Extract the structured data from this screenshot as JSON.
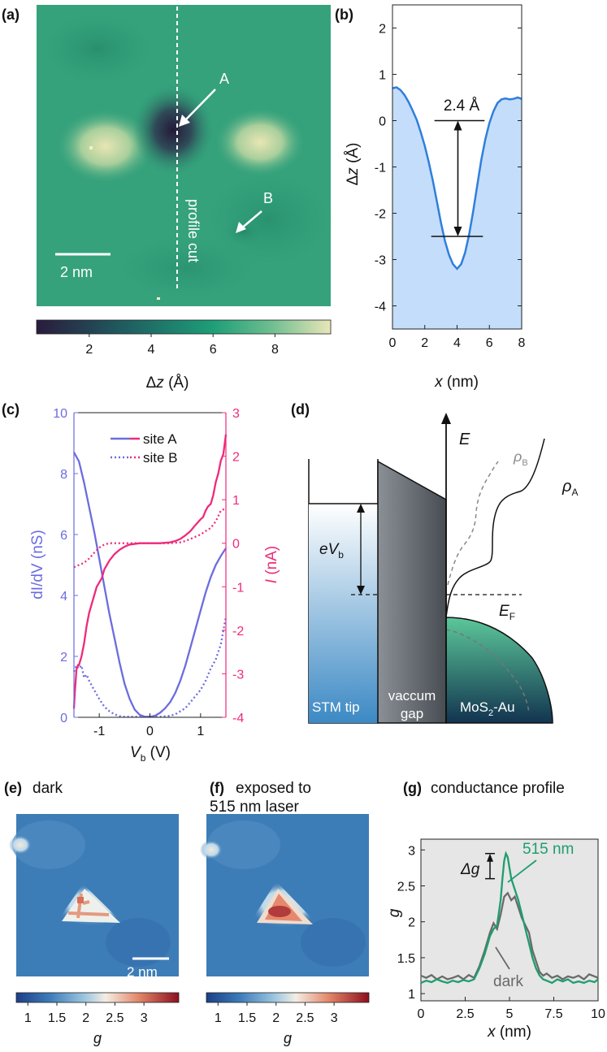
{
  "panels": {
    "a": {
      "label": "(a)",
      "annotations": {
        "A": "A",
        "B": "B",
        "profile_cut": "profile cut",
        "scale_bar": "2 nm"
      },
      "colorbar": {
        "ticks": [
          "2",
          "4",
          "6",
          "8"
        ],
        "label_prefix": "Δ",
        "label_var": "z",
        "label_unit": " (Å)"
      },
      "colormap": [
        "#2a1b3d",
        "#1f5d60",
        "#1e9e78",
        "#6fbe90",
        "#e9e6b8"
      ]
    },
    "b": {
      "label": "(b)",
      "step_label": "2.4 Å",
      "ylabel_prefix": "Δ",
      "ylabel_var": "z",
      "ylabel_unit": " (Å)",
      "xlabel_var": "x",
      "xlabel_unit": " (nm)"
    },
    "c": {
      "label": "(c)",
      "legend": [
        "site A",
        "site B"
      ],
      "ylabel_left": "dI/dV (nS)",
      "ylabel_right_var": "I",
      "ylabel_right_unit": " (nA)",
      "xlabel_var": "V",
      "xlabel_sub": "b",
      "xlabel_unit": " (V)",
      "colors": {
        "didv": "#6c6ce0",
        "current": "#ee2a7b"
      }
    },
    "d": {
      "label": "(d)",
      "E": "E",
      "rho_B_var": "ρ",
      "rho_B_sub": "B",
      "rho_A_var": "ρ",
      "rho_A_sub": "A",
      "eVb_var": "eV",
      "eVb_sub": "b",
      "EF_var": "E",
      "EF_sub": "F",
      "tip": "STM tip",
      "gap_line1": "vaccum",
      "gap_line2": "gap",
      "sample_pre": "MoS",
      "sample_sub": "2",
      "sample_post": "-Au"
    },
    "e": {
      "label": "(e)",
      "title": "dark",
      "scale_bar": "2 nm",
      "colorbar": {
        "ticks": [
          "1",
          "1.5",
          "2",
          "2.5",
          "3"
        ],
        "label": "g"
      }
    },
    "f": {
      "label": "(f)",
      "title_line1": "exposed to",
      "title_line2": "515 nm laser",
      "colorbar": {
        "ticks": [
          "1",
          "1.5",
          "2",
          "2.5",
          "3"
        ],
        "label": "g"
      }
    },
    "g": {
      "label": "(g)",
      "title": "conductance profile",
      "annotations": {
        "laser": "515 nm",
        "dark": "dark",
        "delta_g": "Δg"
      },
      "ylabel": "g",
      "xlabel_var": "x",
      "xlabel_unit": " (nm)",
      "colors": {
        "laser": "#1e9e6e",
        "dark": "#6a6a6a"
      }
    }
  },
  "chart_data": [
    {
      "type": "area",
      "panel": "b",
      "x": [
        0,
        0.25,
        0.5,
        0.75,
        1,
        1.25,
        1.5,
        1.75,
        2,
        2.25,
        2.5,
        2.75,
        3,
        3.25,
        3.5,
        3.75,
        4,
        4.25,
        4.5,
        4.75,
        5,
        5.25,
        5.5,
        5.75,
        6,
        6.25,
        6.5,
        6.75,
        7,
        7.25,
        7.5,
        7.75,
        8
      ],
      "values": [
        0.7,
        0.72,
        0.66,
        0.55,
        0.4,
        0.22,
        0.02,
        -0.25,
        -0.55,
        -0.9,
        -1.3,
        -1.75,
        -2.2,
        -2.6,
        -2.9,
        -3.1,
        -3.2,
        -3.1,
        -2.85,
        -2.45,
        -1.95,
        -1.4,
        -0.85,
        -0.4,
        -0.05,
        0.2,
        0.38,
        0.46,
        0.48,
        0.46,
        0.47,
        0.5,
        0.47
      ],
      "xlim": [
        0,
        8
      ],
      "ylim": [
        -4.5,
        2.5
      ],
      "xticks": [
        0,
        2,
        4,
        6,
        8
      ],
      "yticks": [
        -4,
        -3,
        -2,
        -1,
        0,
        1,
        2
      ],
      "markers": {
        "upper": 0,
        "lower": -2.5,
        "upper_x": [
          2.6,
          5.7
        ],
        "lower_x": [
          2.4,
          5.6
        ],
        "arrow_x": 4.05
      }
    },
    {
      "type": "line",
      "panel": "c",
      "xlim": [
        -1.5,
        1.5
      ],
      "ylim_left": [
        0,
        10
      ],
      "ylim_right": [
        -4,
        3
      ],
      "xticks": [
        -1,
        0,
        1
      ],
      "yticks_left": [
        0,
        2,
        4,
        6,
        8,
        10
      ],
      "yticks_right": [
        -4,
        -3,
        -2,
        -1,
        0,
        1,
        2,
        3
      ],
      "series": [
        {
          "name": "site A",
          "axis": "left",
          "style": "solid",
          "kind": "dI/dV",
          "x": [
            -1.5,
            -1.4,
            -1.3,
            -1.2,
            -1.1,
            -1.0,
            -0.9,
            -0.8,
            -0.7,
            -0.6,
            -0.5,
            -0.4,
            -0.3,
            -0.2,
            -0.1,
            0,
            0.1,
            0.2,
            0.3,
            0.4,
            0.5,
            0.6,
            0.7,
            0.8,
            0.9,
            1.0,
            1.1,
            1.2,
            1.3,
            1.4,
            1.5
          ],
          "values": [
            8.7,
            8.4,
            7.7,
            6.9,
            6.1,
            5.2,
            4.3,
            3.4,
            2.6,
            1.8,
            1.1,
            0.6,
            0.25,
            0.08,
            0.02,
            0.02,
            0.05,
            0.15,
            0.3,
            0.5,
            0.8,
            1.2,
            1.7,
            2.3,
            2.9,
            3.5,
            4.1,
            4.6,
            5.0,
            5.3,
            5.55
          ]
        },
        {
          "name": "site B",
          "axis": "left",
          "style": "dotted",
          "kind": "dI/dV",
          "x": [
            -1.5,
            -1.45,
            -1.4,
            -1.35,
            -1.3,
            -1.25,
            -1.2,
            -1.1,
            -1.0,
            -0.9,
            -0.8,
            -0.7,
            -0.6,
            -0.5,
            -0.4,
            -0.3,
            -0.2,
            0,
            0.2,
            0.4,
            0.5,
            0.6,
            0.7,
            0.8,
            0.9,
            1.0,
            1.1,
            1.2,
            1.3,
            1.4,
            1.5
          ],
          "values": [
            1.5,
            1.7,
            1.6,
            1.7,
            1.3,
            1.4,
            1.2,
            0.9,
            0.6,
            0.35,
            0.2,
            0.1,
            0.04,
            0.02,
            0.02,
            0.02,
            0.02,
            0.02,
            0.02,
            0.05,
            0.1,
            0.2,
            0.3,
            0.5,
            0.7,
            0.9,
            1.2,
            1.6,
            1.9,
            2.4,
            3.3
          ]
        },
        {
          "name": "site A",
          "axis": "right",
          "style": "solid",
          "kind": "I",
          "x": [
            -1.5,
            -1.48,
            -1.45,
            -1.42,
            -1.4,
            -1.35,
            -1.3,
            -1.25,
            -1.2,
            -1.15,
            -1.1,
            -1.05,
            -1.0,
            -0.95,
            -0.9,
            -0.85,
            -0.8,
            -0.7,
            -0.6,
            -0.5,
            -0.4,
            -0.2,
            0,
            0.2,
            0.4,
            0.5,
            0.6,
            0.7,
            0.8,
            0.9,
            1.0,
            1.05,
            1.1,
            1.15,
            1.2,
            1.25,
            1.3,
            1.35,
            1.4,
            1.45,
            1.5
          ],
          "values": [
            -3.8,
            -3.4,
            -2.9,
            -2.8,
            -2.8,
            -2.6,
            -2.3,
            -1.9,
            -1.6,
            -1.4,
            -1.2,
            -1.0,
            -0.9,
            -0.8,
            -0.6,
            -0.5,
            -0.4,
            -0.25,
            -0.15,
            -0.08,
            -0.03,
            0,
            0,
            0,
            0.02,
            0.05,
            0.1,
            0.18,
            0.28,
            0.42,
            0.55,
            0.6,
            0.75,
            0.85,
            0.9,
            1.1,
            1.4,
            1.6,
            1.9,
            2.05,
            2.5
          ]
        },
        {
          "name": "site B",
          "axis": "right",
          "style": "dotted",
          "kind": "I",
          "x": [
            -1.5,
            -1.4,
            -1.3,
            -1.2,
            -1.1,
            -1.0,
            -0.9,
            -0.8,
            -0.6,
            -0.4,
            -0.2,
            0,
            0.2,
            0.4,
            0.6,
            0.7,
            0.8,
            0.9,
            1.0,
            1.1,
            1.2,
            1.3,
            1.4,
            1.5
          ],
          "values": [
            -0.55,
            -0.5,
            -0.45,
            -0.35,
            -0.22,
            -0.1,
            -0.03,
            0,
            0,
            0,
            0,
            0,
            0,
            0,
            0.02,
            0.05,
            0.1,
            0.15,
            0.2,
            0.28,
            0.35,
            0.5,
            0.75,
            0.8
          ]
        }
      ]
    },
    {
      "type": "line",
      "panel": "g",
      "xlim": [
        0,
        10
      ],
      "ylim": [
        0.9,
        3.15
      ],
      "xticks": [
        0,
        2.5,
        5,
        7.5,
        10
      ],
      "xtick_labels": [
        "0",
        "2.5",
        "5",
        "7.5",
        "10"
      ],
      "yticks": [
        1,
        1.5,
        2,
        2.5,
        3
      ],
      "ytick_labels": [
        "1",
        "1.5",
        "2",
        "2.5",
        "3"
      ],
      "delta_g": {
        "x": 3.9,
        "from": 2.6,
        "to": 2.95
      },
      "series": [
        {
          "name": "dark",
          "x": [
            0,
            0.3,
            0.6,
            0.9,
            1.2,
            1.5,
            1.8,
            2.1,
            2.4,
            2.7,
            3.0,
            3.3,
            3.6,
            3.9,
            4.1,
            4.3,
            4.5,
            4.7,
            4.9,
            5.1,
            5.3,
            5.5,
            5.7,
            5.9,
            6.1,
            6.3,
            6.5,
            6.7,
            6.9,
            7.1,
            7.4,
            7.7,
            8.0,
            8.3,
            8.6,
            8.9,
            9.2,
            9.5,
            9.8,
            10
          ],
          "values": [
            1.25,
            1.22,
            1.26,
            1.2,
            1.24,
            1.2,
            1.22,
            1.25,
            1.2,
            1.26,
            1.22,
            1.38,
            1.6,
            1.85,
            1.98,
            1.9,
            2.1,
            2.35,
            2.4,
            2.3,
            2.35,
            2.2,
            2.05,
            1.95,
            1.85,
            1.6,
            1.45,
            1.3,
            1.25,
            1.28,
            1.22,
            1.25,
            1.2,
            1.24,
            1.22,
            1.25,
            1.2,
            1.27,
            1.24,
            1.22
          ]
        },
        {
          "name": "515 nm",
          "x": [
            0,
            0.3,
            0.6,
            0.9,
            1.2,
            1.5,
            1.8,
            2.1,
            2.4,
            2.7,
            3.0,
            3.3,
            3.6,
            3.9,
            4.1,
            4.3,
            4.5,
            4.6,
            4.7,
            4.8,
            4.9,
            5.0,
            5.1,
            5.3,
            5.5,
            5.7,
            5.9,
            6.1,
            6.3,
            6.5,
            6.7,
            6.9,
            7.1,
            7.4,
            7.7,
            8.0,
            8.3,
            8.6,
            8.9,
            9.2,
            9.5,
            9.8,
            10
          ],
          "values": [
            1.15,
            1.18,
            1.16,
            1.2,
            1.17,
            1.15,
            1.18,
            1.16,
            1.19,
            1.17,
            1.2,
            1.35,
            1.55,
            1.8,
            1.9,
            1.95,
            2.3,
            2.6,
            2.85,
            2.95,
            2.9,
            2.75,
            2.6,
            2.45,
            2.3,
            2.1,
            1.9,
            1.7,
            1.5,
            1.35,
            1.25,
            1.2,
            1.18,
            1.15,
            1.2,
            1.17,
            1.2,
            1.15,
            1.17,
            1.15,
            1.18,
            1.16,
            1.2
          ]
        }
      ]
    }
  ]
}
